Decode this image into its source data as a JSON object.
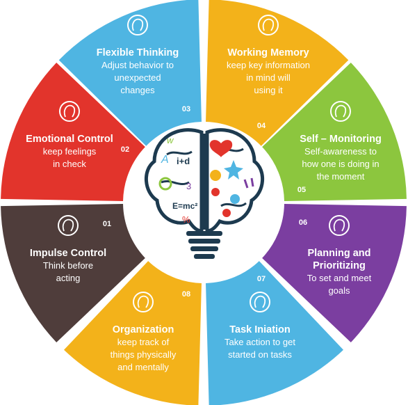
{
  "segments": [
    {
      "number": "03",
      "title": "Flexible Thinking",
      "desc": [
        "Adjust behavior to",
        "unexpected",
        "changes"
      ],
      "color": "#4fb5e2",
      "icon": "head-gear-icon"
    },
    {
      "number": "04",
      "title": "Working Memory",
      "desc": [
        "keep key information",
        "in mind will",
        "using it"
      ],
      "color": "#f3b21a",
      "icon": "head-brain-icon"
    },
    {
      "number": "05",
      "title": "Self – Monitoring",
      "desc": [
        "Self-awareness to",
        "how one is doing in",
        "the moment"
      ],
      "color": "#8cc63e",
      "icon": "monitor-person-icon"
    },
    {
      "number": "06",
      "title": "Planning and",
      "title2": "Prioritizing",
      "desc": [
        "To set and meet",
        "goals"
      ],
      "color": "#7b3ea0",
      "icon": "head-lightbulb-icon"
    },
    {
      "number": "07",
      "title": "Task Iniation",
      "desc": [
        "Take action to get",
        "started on tasks"
      ],
      "color": "#4fb5e2",
      "icon": "lightbulb-brain-icon"
    },
    {
      "number": "08",
      "title": "Organization",
      "desc": [
        "keep track of",
        "things physically",
        "and mentally"
      ],
      "color": "#f3b21a",
      "icon": "brain-icon"
    },
    {
      "number": "01",
      "title": "Impulse Control",
      "desc": [
        "Think before",
        "acting"
      ],
      "color": "#4f3d3b",
      "icon": "head-gears-icon"
    },
    {
      "number": "02",
      "title": "Emotional Control",
      "desc": [
        "keep feelings",
        "in check"
      ],
      "color": "#e2342c",
      "icon": "head-emotions-icon"
    }
  ],
  "center": {
    "icon": "brain-lightbulb-icon",
    "doodles": [
      "w",
      "A",
      "i+d",
      "3",
      "E=mc²",
      "%"
    ]
  }
}
